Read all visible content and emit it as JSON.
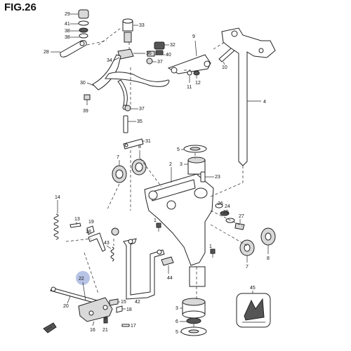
{
  "figure": {
    "title": "FIG.26",
    "highlight_color": "#b8c4e6"
  },
  "callouts": {
    "c29": "29",
    "c41": "41",
    "c38a": "38",
    "c38b": "38",
    "c28": "28",
    "c33": "33",
    "c34": "34",
    "c36": "36",
    "c32": "32",
    "c40": "40",
    "c37a": "37",
    "c9": "9",
    "c10": "10",
    "c11": "11",
    "c12": "12",
    "c4": "4",
    "c30": "30",
    "c39": "39",
    "c37b": "37",
    "c35": "35",
    "c31": "31",
    "c8a": "8",
    "c7a": "7",
    "c5a": "5",
    "c3a": "3",
    "c23": "23",
    "c2": "2",
    "c14": "14",
    "c13": "13",
    "c19": "19",
    "c18a": "18",
    "c1a": "1",
    "c43": "43",
    "c1b": "1",
    "c26": "26",
    "c25": "25",
    "c24": "24",
    "c27": "27",
    "c7b": "7",
    "c8b": "8",
    "c44": "44",
    "c42": "42",
    "c22": "22",
    "c20": "20",
    "c15": "15",
    "c18b": "18",
    "c21": "21",
    "c16": "16",
    "c17": "17",
    "c45": "45",
    "c3b": "3",
    "c6": "6",
    "c5b": "5"
  }
}
